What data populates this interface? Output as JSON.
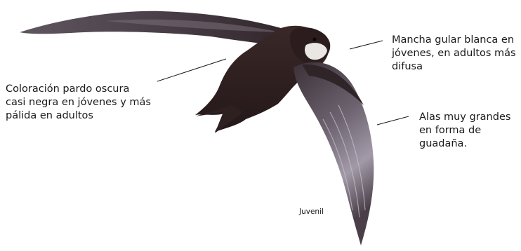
{
  "annotations": {
    "throat_patch": "Mancha gular blanca en\njóvenes, en adultos más\ndifusa",
    "coloration": "Coloración pardo oscura\ncasi negra en jóvenes y más\npálida en adultos",
    "wings": "Alas muy grandes\nen forma de\nguadaña.",
    "age": "Juvenil"
  },
  "colors": {
    "body": "#2b1d1d",
    "wing_dark": "#3b3036",
    "wing_light": "#a29aa8",
    "throat": "#e9e6e4",
    "leader_line": "#1a1a1a"
  }
}
